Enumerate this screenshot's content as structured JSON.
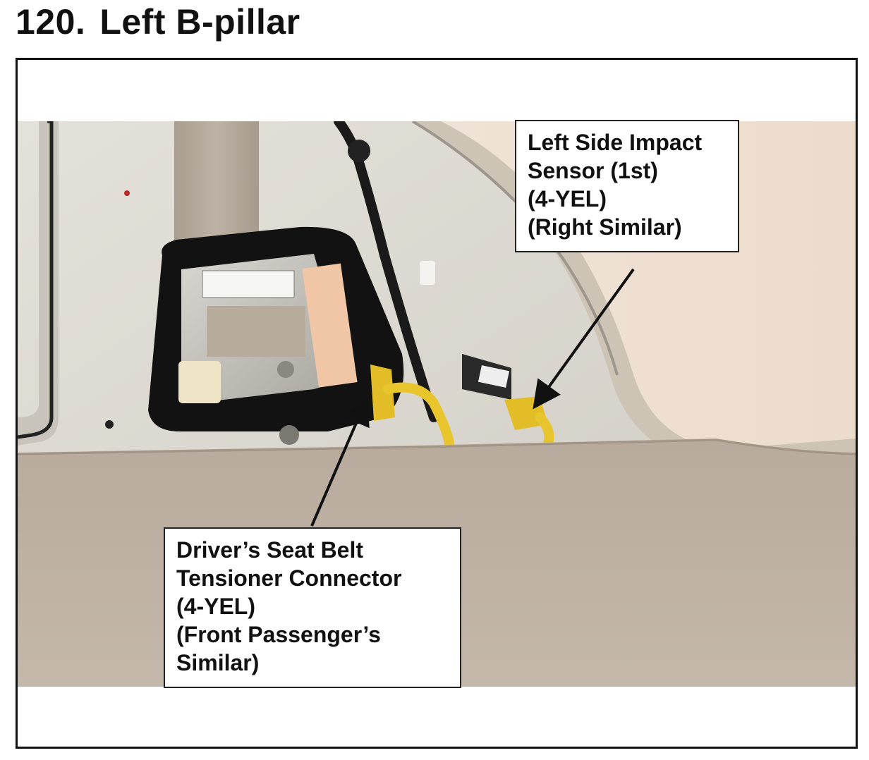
{
  "page": {
    "step_number": "120.",
    "title": "Left B-pillar"
  },
  "callouts": {
    "side_impact_sensor": {
      "lines": [
        "Left Side Impact",
        "Sensor (1st)",
        "(4-YEL)",
        "(Right Similar)"
      ]
    },
    "seat_belt_tensioner": {
      "lines": [
        "Driver’s Seat Belt",
        "Tensioner Connector",
        "(4-YEL)",
        "(Front Passenger’s",
        "Similar)"
      ]
    }
  },
  "colors": {
    "trim": "#d9d6cf",
    "carpet": "#b5a698",
    "pillar_panel": "#e9dbcf",
    "belt_webbing": "#b4a99b",
    "connector_yellow": "#e8c52c"
  }
}
